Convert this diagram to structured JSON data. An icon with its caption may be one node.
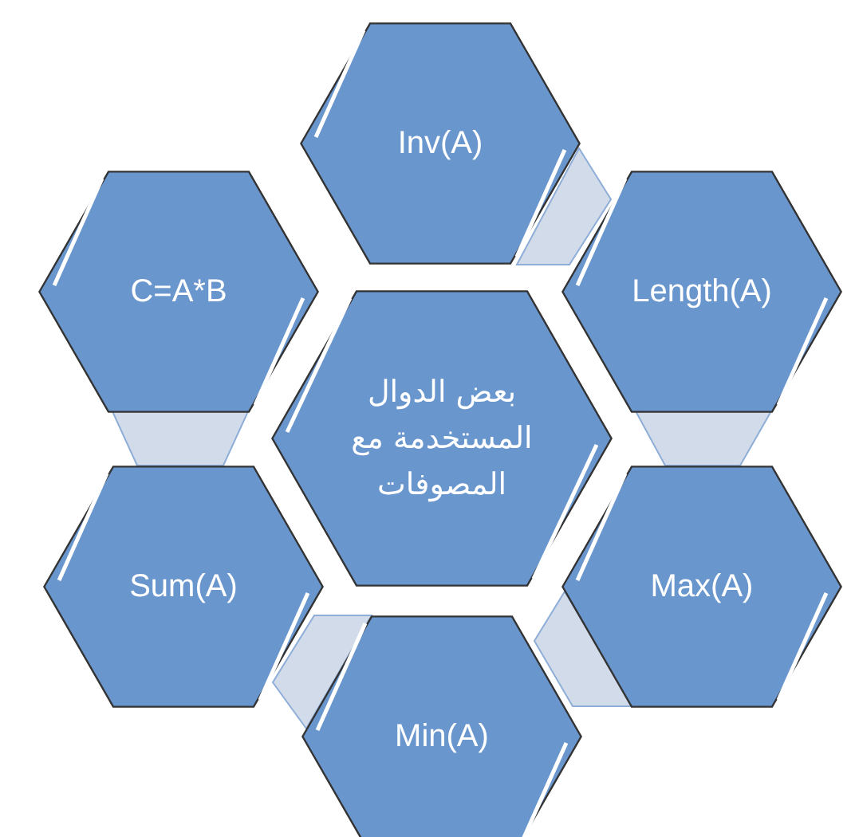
{
  "diagram": {
    "nodes": [
      {
        "text": [
          "Inv(A)"
        ]
      },
      {
        "text": [
          "C=A*B"
        ]
      },
      {
        "text": [
          "Length(A)"
        ]
      },
      {
        "text": [
          "بعض الدوال المستخدمة مع المصوفات"
        ]
      },
      {
        "text": [
          "Sum(A)"
        ]
      },
      {
        "text": [
          "Max(A)"
        ]
      },
      {
        "text": [
          "Min(A)"
        ]
      }
    ],
    "edges": [
      {
        "from": 0,
        "to": 2,
        "arrow": "none",
        "style": "thick"
      },
      {
        "from": 2,
        "to": 5,
        "arrow": "none",
        "style": "thick"
      },
      {
        "from": 5,
        "to": 6,
        "arrow": "none",
        "style": "thick"
      },
      {
        "from": 6,
        "to": 4,
        "arrow": "none",
        "style": "thick"
      },
      {
        "from": 4,
        "to": 1,
        "arrow": "none",
        "style": "thick"
      }
    ]
  }
}
